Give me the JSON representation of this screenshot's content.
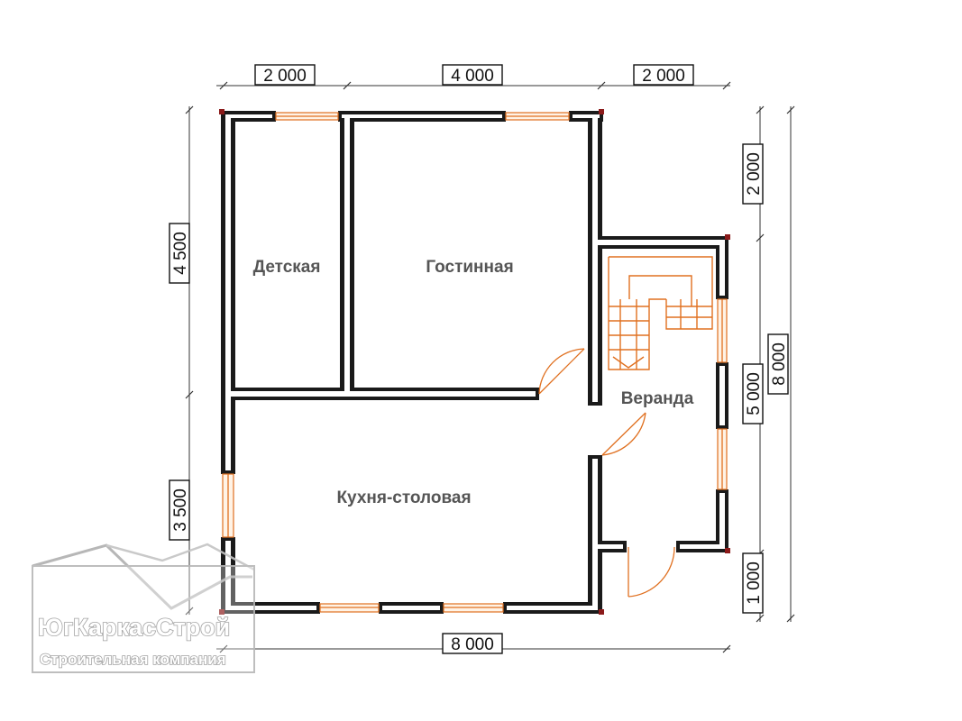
{
  "rooms": {
    "children": "Детская",
    "living": "Гостинная",
    "kitchen": "Кухня-столовая",
    "veranda": "Веранда"
  },
  "dimensions": {
    "top": [
      "2 000",
      "4 000",
      "2 000"
    ],
    "bottom": "8 000",
    "left": [
      "4 500",
      "3 500"
    ],
    "right_inner": [
      "2 000",
      "5 000",
      "1 000"
    ],
    "right_total": "8 000"
  },
  "logo": {
    "company": "ЮгКаркасСтрой",
    "tagline": "Строительная компания"
  },
  "colors": {
    "wall": "#1a1a1a",
    "opening": "#e07020",
    "corner": "#8b1a1a",
    "label": "#555555"
  }
}
